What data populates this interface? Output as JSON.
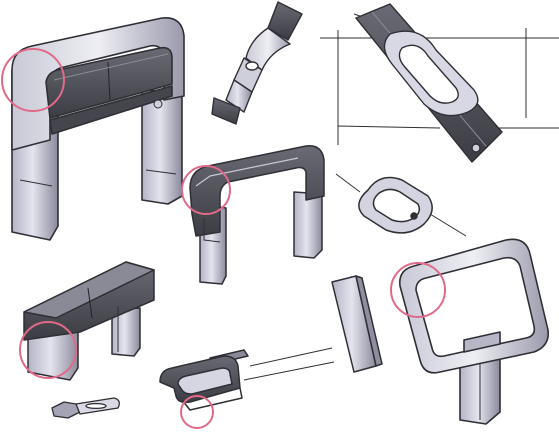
{
  "sheet": {
    "background": "#ffffff",
    "ink": "#2f2f35",
    "shade_light": "#d9d9e3",
    "shade_mid": "#a8a8b8",
    "shade_dark": "#55555f",
    "highlight_circle_color": "#e06a88"
  },
  "sketches": [
    {
      "name": "large-handle-sketch",
      "highlighted": true
    },
    {
      "name": "snap-hook-clip-sketch",
      "highlighted": false
    },
    {
      "name": "strap-buckle-sketch",
      "highlighted": false
    },
    {
      "name": "medium-handle-sketch",
      "highlighted": true
    },
    {
      "name": "ring-buckle-sketch",
      "highlighted": false
    },
    {
      "name": "loop-handle-sketch",
      "highlighted": true
    },
    {
      "name": "low-handle-sketch",
      "highlighted": true
    },
    {
      "name": "flat-handle-sketch",
      "highlighted": true
    },
    {
      "name": "panel-bar-sketch",
      "highlighted": false
    },
    {
      "name": "zipper-pull-sketch",
      "highlighted": false
    }
  ]
}
